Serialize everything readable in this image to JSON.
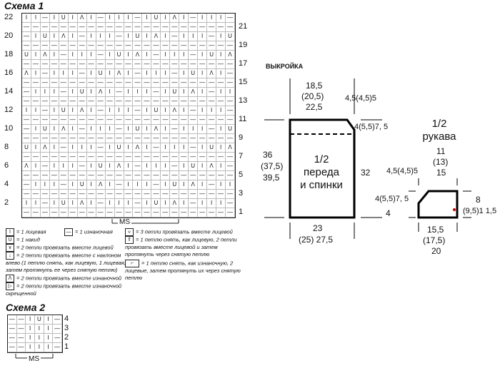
{
  "scheme1": {
    "title": "Схема 1",
    "left_numbers": [
      "22",
      "20",
      "18",
      "16",
      "14",
      "12",
      "10",
      "8",
      "6",
      "4",
      "2"
    ],
    "right_numbers": [
      "21",
      "19",
      "17",
      "15",
      "13",
      "11",
      "9",
      "7",
      "5",
      "3",
      "1"
    ],
    "ms_label": "MS"
  },
  "legend": {
    "knit": "= 1 лицевая",
    "purl": "= 1 изнаночная",
    "three_tog": "= 3 петли провязать вместе лицевой",
    "yo": "= 1 накид",
    "k2tog": "= 2 петли провязать вместе лицевой",
    "slip1": "= 1 петлю снять, как лицевую, 2 петли провязать вместе лицевой и затем протянуть через снятую петлю",
    "ssk": "= 2 петли провязать вместе с наклоном влево (1 петлю снять, как лицевую, 1 лицевая, затем протянуть ее через снятую петлю)",
    "slip_purl": "= 1 петлю снять, как изнаночную, 2 лицевые, затем протянуть их через снятую петлю",
    "p2tog": "= 2 петли провязать вместе изнаночной",
    "p2tog_tbl": "= 2 петли провязать вместе изнаночной скрещенной"
  },
  "scheme2": {
    "title": "Схема 2",
    "row_numbers": [
      "4",
      "3",
      "2",
      "1"
    ],
    "ms_label": "MS"
  },
  "pattern": {
    "title": "ВЫКРОЙКА",
    "top_width": "18,5",
    "top_width_2": "(20,5)",
    "top_width_3": "22,5",
    "neck": "4,5(4,5)5",
    "shoulder": "4(5,5)7, 5",
    "height": "36",
    "height_2": "(37,5)",
    "height_3": "39,5",
    "depth": "32",
    "bottom": "23",
    "bottom_2": "(25)  27,5",
    "body_label_1": "1/2",
    "body_label_2": "переда",
    "body_label_3": "и спинки",
    "sleeve_label_1": "1/2",
    "sleeve_label_2": "рукава",
    "sleeve_top": "11",
    "sleeve_top_2": "(13)",
    "sleeve_top_3": "15",
    "sleeve_side": "4,5(4,5)5",
    "sleeve_cap": "4(5,5)7, 5",
    "sleeve_cap_2": "4",
    "sleeve_len": "8",
    "sleeve_len_2": "(9,5)1 1,5",
    "sleeve_bottom": "15,5",
    "sleeve_bottom_2": "(17,5)",
    "sleeve_bottom_3": "20"
  }
}
